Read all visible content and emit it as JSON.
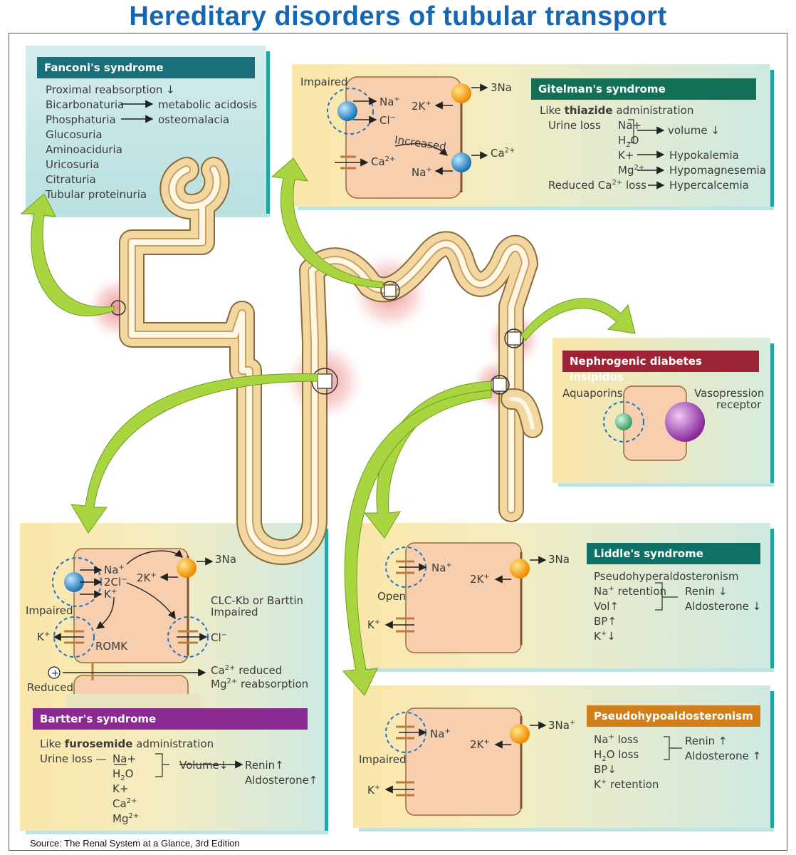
{
  "title": "Hereditary disorders of tubular transport",
  "source": "Source: The Renal System at a Glance, 3rd Edition",
  "colors": {
    "title_blue": "#1566b3",
    "fanconi_header": "#1a6f78",
    "gitelman_header": "#137056",
    "ndi_header": "#9b2334",
    "liddle_header": "#0f7166",
    "bartter_header": "#8a2a91",
    "pha_header": "#d07f1a",
    "tubule": "#f2d7a0",
    "cell": "#f7cfae",
    "arrow_green": "#9ccd3a"
  },
  "fanconi": {
    "header": "Fanconi's syndrome",
    "lines": [
      "Proximal reabsorption ↓",
      "Bicarbonaturia",
      "Phosphaturia",
      "Glucosuria",
      "Aminoaciduria",
      "Uricosuria",
      "Citraturia",
      "Tubular proteinuria"
    ],
    "bicarb_result": "metabolic acidosis",
    "phos_result": "osteomalacia"
  },
  "gitelman": {
    "header": "Gitelman's syndrome",
    "impaired": "Impaired",
    "na": "Na",
    "cl": "Cl",
    "three_na": "3Na",
    "two_k": "2K",
    "ca_in": "Ca",
    "increased": "Increased",
    "na2": "Na",
    "ca_out": "Ca",
    "like": "Like",
    "like_bold": "thiazide",
    "like_end": "administration",
    "urine_loss": "Urine loss",
    "na_plus": "Na+",
    "h2o": "H",
    "volume": "volume ↓",
    "k_plus": "K+",
    "hypokalemia": "Hypokalemia",
    "mg": "Mg",
    "hypomag": "Hypomagnesemia",
    "reduced_ca": "Reduced Ca",
    "loss": "loss",
    "hypercalcemia": "Hypercalcemia"
  },
  "ndi": {
    "header": "Nephrogenic diabetes insipidus",
    "aquaporins": "Aquaporins",
    "receptor_1": "Vasopression",
    "receptor_2": "receptor"
  },
  "liddle": {
    "header": "Liddle's syndrome",
    "na": "Na",
    "open": "Open",
    "k": "K",
    "three_na": "3Na",
    "two_k": "2K",
    "pseudo": "Pseudohyperaldosteronism",
    "na_ret": "retention",
    "vol": "Vol↑",
    "bp": "BP↑",
    "kdown": "↓",
    "renin": "Renin ↓",
    "aldo": "Aldosterone ↓"
  },
  "pha": {
    "header": "Pseudohypoaldosteronism",
    "na": "Na",
    "impaired": "Impaired",
    "k": "K",
    "three_na": "3Na",
    "two_k": "2K",
    "na_loss": "loss",
    "h2o_loss": "loss",
    "bp": "BP↓",
    "k_ret": "retention",
    "renin": "Renin ↑",
    "aldo": "Aldosterone ↑"
  },
  "bartter": {
    "header": "Bartter's syndrome",
    "na": "Na",
    "cl2": "2Cl",
    "k": "K",
    "three_na": "3Na",
    "two_k": "2K",
    "impaired": "Impaired",
    "k_out": "K",
    "romk": "ROMK",
    "clc_1": "CLC-Kb or Barttin",
    "clc_2": "Impaired",
    "cl_out": "Cl",
    "reduced": "Reduced",
    "ca_red": "reduced",
    "mg_reab": "reabsorption",
    "ca": "Ca",
    "mg": "Mg",
    "like": "Like",
    "like_bold": "furosemide",
    "like_end": "administration",
    "urine_loss": "Urine loss —",
    "loss_na": "Na+",
    "loss_h2o": "H",
    "loss_k": "K+",
    "loss_ca": "Ca",
    "loss_mg": "Mg",
    "volume": "Volume↓",
    "renin": "Renin↑",
    "aldo": "Aldosterone↑"
  }
}
